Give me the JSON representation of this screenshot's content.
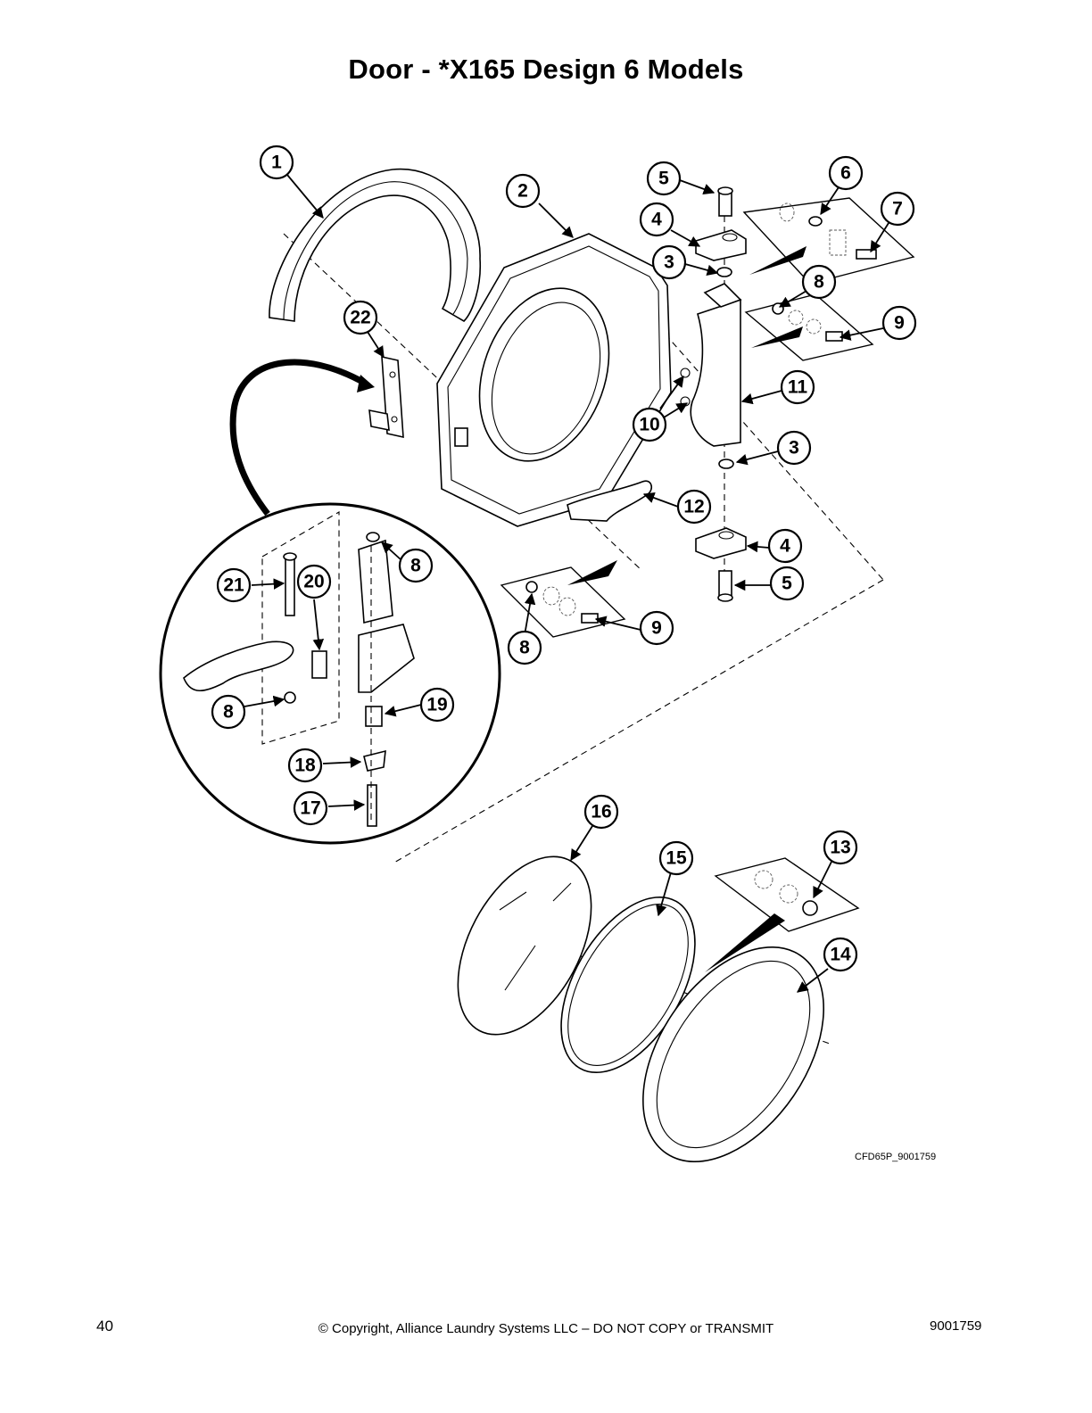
{
  "page": {
    "title": "Door - *X165 Design 6 Models",
    "drawing_id": "CFD65P_9001759",
    "page_number": "40",
    "copyright": "© Copyright, Alliance Laundry Systems LLC – DO NOT COPY or TRANSMIT",
    "document_number": "9001759"
  },
  "callouts": [
    {
      "id": "c1",
      "label": "1"
    },
    {
      "id": "c2",
      "label": "2"
    },
    {
      "id": "c5a",
      "label": "5"
    },
    {
      "id": "c6",
      "label": "6"
    },
    {
      "id": "c7",
      "label": "7"
    },
    {
      "id": "c4a",
      "label": "4"
    },
    {
      "id": "c3a",
      "label": "3"
    },
    {
      "id": "c8a",
      "label": "8"
    },
    {
      "id": "c9a",
      "label": "9"
    },
    {
      "id": "c22",
      "label": "22"
    },
    {
      "id": "c11",
      "label": "11"
    },
    {
      "id": "c10",
      "label": "10"
    },
    {
      "id": "c3b",
      "label": "3"
    },
    {
      "id": "c12",
      "label": "12"
    },
    {
      "id": "c4b",
      "label": "4"
    },
    {
      "id": "c5b",
      "label": "5"
    },
    {
      "id": "c8b",
      "label": "8"
    },
    {
      "id": "c21",
      "label": "21"
    },
    {
      "id": "c20",
      "label": "20"
    },
    {
      "id": "c9b",
      "label": "9"
    },
    {
      "id": "c8c",
      "label": "8"
    },
    {
      "id": "c8d",
      "label": "8"
    },
    {
      "id": "c19",
      "label": "19"
    },
    {
      "id": "c18",
      "label": "18"
    },
    {
      "id": "c17",
      "label": "17"
    },
    {
      "id": "c16",
      "label": "16"
    },
    {
      "id": "c13",
      "label": "13"
    },
    {
      "id": "c15",
      "label": "15"
    },
    {
      "id": "c14",
      "label": "14"
    }
  ]
}
